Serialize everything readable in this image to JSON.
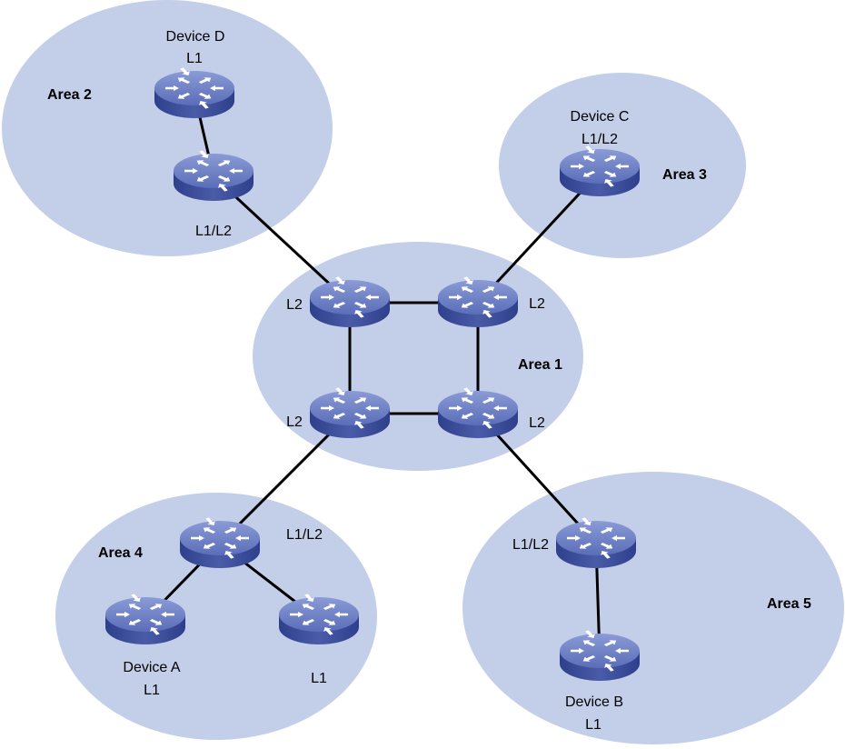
{
  "colors": {
    "area_fill": "#c3cfe8",
    "router_top": "#6d7fc2",
    "router_side": "#3c4e9a",
    "link": "#000000",
    "background": "#ffffff"
  },
  "areas": [
    {
      "id": "area2",
      "label": "Area 2"
    },
    {
      "id": "area3",
      "label": "Area 3"
    },
    {
      "id": "area1",
      "label": "Area 1"
    },
    {
      "id": "area4",
      "label": "Area 4"
    },
    {
      "id": "area5",
      "label": "Area 5"
    }
  ],
  "devices": [
    {
      "id": "device-d",
      "name": "Device D",
      "level": "L1",
      "icon": "router-icon"
    },
    {
      "id": "area2-border",
      "name": "",
      "level": "L1/L2",
      "icon": "router-icon"
    },
    {
      "id": "device-c",
      "name": "Device C",
      "level": "L1/L2",
      "icon": "router-icon"
    },
    {
      "id": "core-tl",
      "name": "",
      "level": "L2",
      "icon": "router-icon"
    },
    {
      "id": "core-tr",
      "name": "",
      "level": "L2",
      "icon": "router-icon"
    },
    {
      "id": "core-bl",
      "name": "",
      "level": "L2",
      "icon": "router-icon"
    },
    {
      "id": "core-br",
      "name": "",
      "level": "L2",
      "icon": "router-icon"
    },
    {
      "id": "area4-border",
      "name": "",
      "level": "L1/L2",
      "icon": "router-icon"
    },
    {
      "id": "device-a",
      "name": "Device A",
      "level": "L1",
      "icon": "router-icon"
    },
    {
      "id": "area4-l1",
      "name": "",
      "level": "L1",
      "icon": "router-icon"
    },
    {
      "id": "area5-border",
      "name": "",
      "level": "L1/L2",
      "icon": "router-icon"
    },
    {
      "id": "device-b",
      "name": "Device B",
      "level": "L1",
      "icon": "router-icon"
    }
  ],
  "links": [
    [
      "device-d",
      "area2-border"
    ],
    [
      "area2-border",
      "core-tl"
    ],
    [
      "device-c",
      "core-tr"
    ],
    [
      "core-tl",
      "core-tr"
    ],
    [
      "core-tl",
      "core-bl"
    ],
    [
      "core-tr",
      "core-br"
    ],
    [
      "core-bl",
      "core-br"
    ],
    [
      "core-bl",
      "area4-border"
    ],
    [
      "area4-border",
      "device-a"
    ],
    [
      "area4-border",
      "area4-l1"
    ],
    [
      "core-br",
      "area5-border"
    ],
    [
      "area5-border",
      "device-b"
    ]
  ]
}
